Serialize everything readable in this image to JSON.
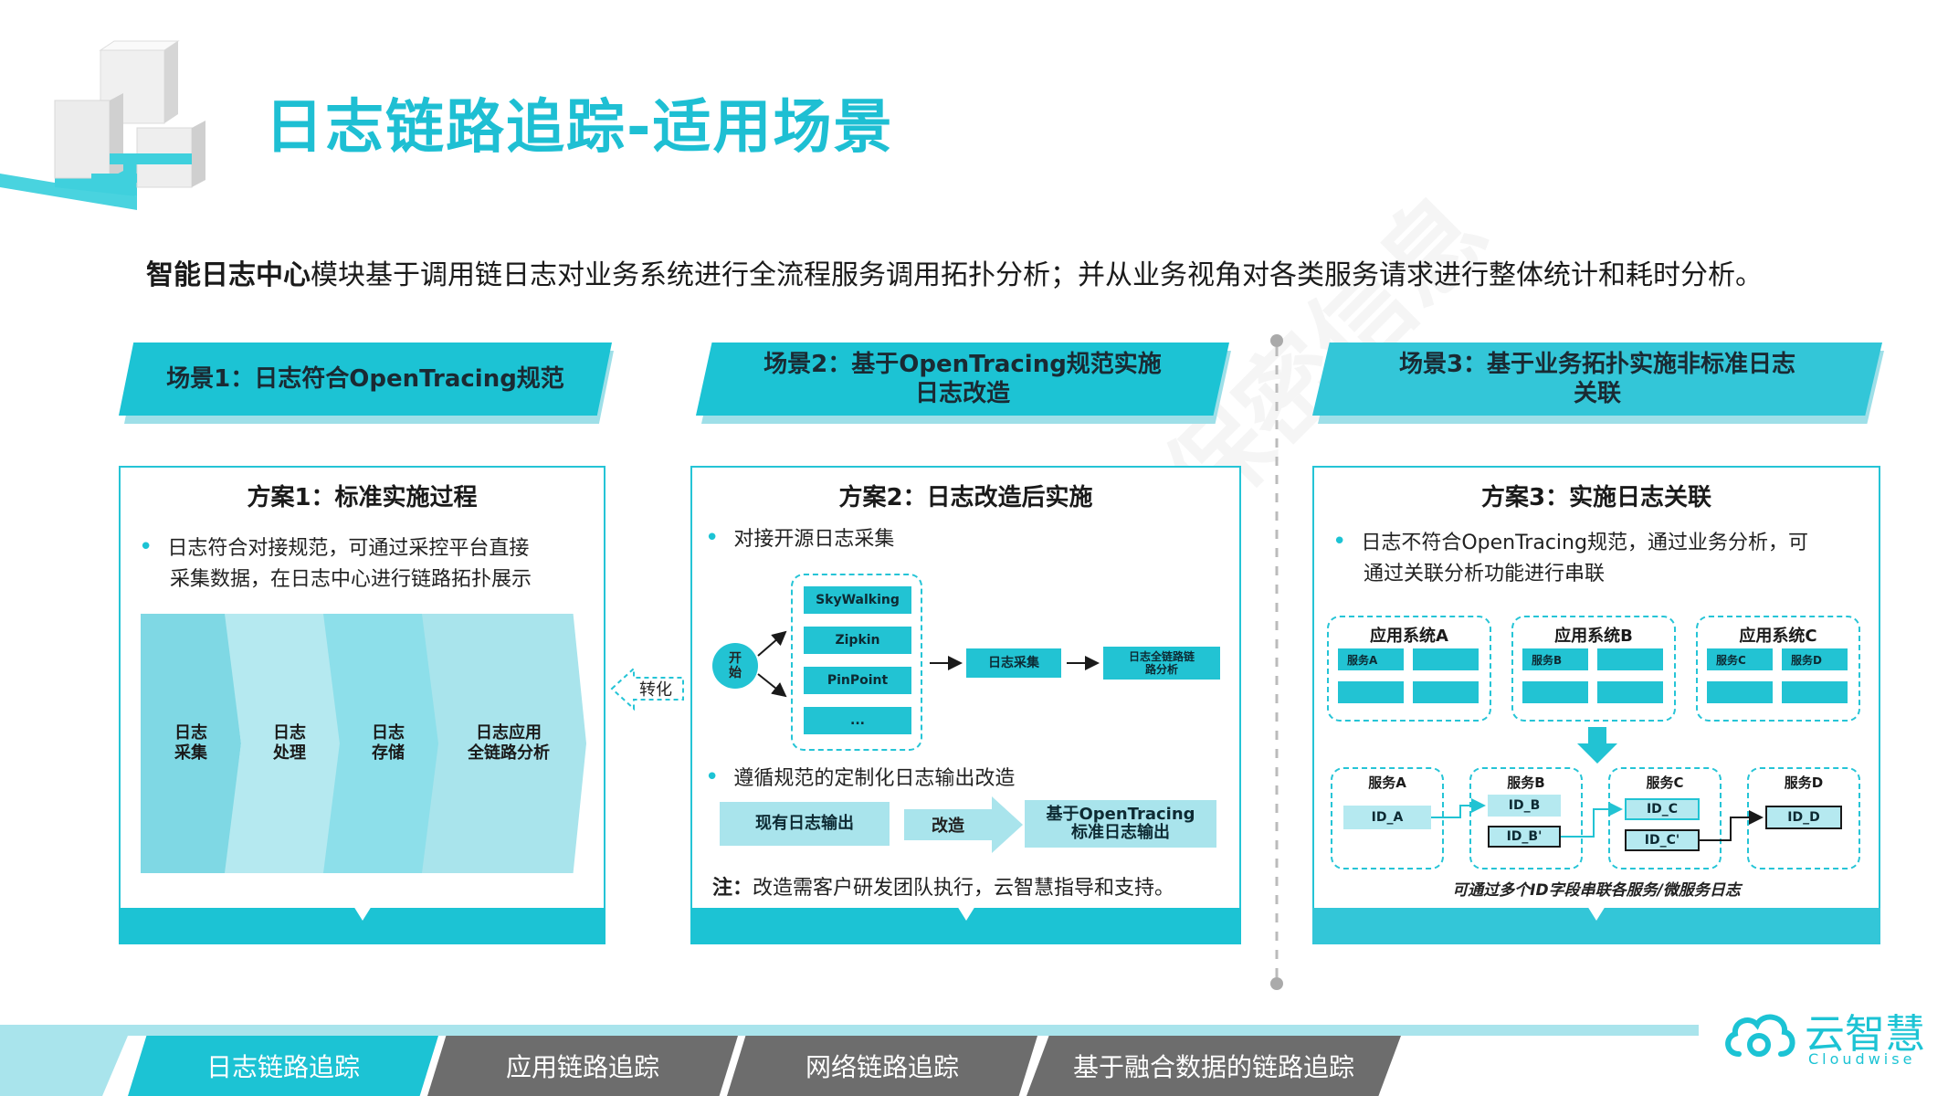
{
  "title": "日志链路追踪-适用场景",
  "intro": {
    "bold": "智能日志中心",
    "rest": "模块基于调用链日志对业务系统进行全流程服务调用拓扑分析；并从业务视角对各类服务请求进行整体统计和耗时分析。"
  },
  "scenarios": [
    {
      "line1": "场景1：日志符合OpenTracing规范",
      "line2": ""
    },
    {
      "line1": "场景2：基于OpenTracing规范实施",
      "line2": "日志改造"
    },
    {
      "line1": "场景3：基于业务拓扑实施非标准日志",
      "line2": "关联"
    }
  ],
  "panel1": {
    "title": "方案1：标准实施过程",
    "bullet_line1": "日志符合对接规范，可通过采控平台直接",
    "bullet_line2": "采集数据，在日志中心进行链路拓扑展示",
    "steps": [
      {
        "l1": "日志",
        "l2": "采集"
      },
      {
        "l1": "日志",
        "l2": "处理"
      },
      {
        "l1": "日志",
        "l2": "存储"
      },
      {
        "l1": "日志应用",
        "l2": "全链路分析"
      }
    ]
  },
  "convert_label": "转化",
  "panel2": {
    "title": "方案2：日志改造后实施",
    "bullet1": "对接开源日志采集",
    "start_l1": "开",
    "start_l2": "始",
    "sources": [
      "SkyWalking",
      "Zipkin",
      "PinPoint",
      "..."
    ],
    "collect": "日志采集",
    "analysis_l1": "日志全链路链",
    "analysis_l2": "路分析",
    "bullet2": "遵循规范的定制化日志输出改造",
    "existing": "现有日志输出",
    "transform": "改造",
    "standard_l1": "基于OpenTracing",
    "standard_l2": "标准日志输出",
    "note_bold": "注：",
    "note_rest": "改造需客户研发团队执行，云智慧指导和支持。"
  },
  "panel3": {
    "title": "方案3：实施日志关联",
    "bullet_line1": "日志不符合OpenTracing规范，通过业务分析，可",
    "bullet_line2": "通过关联分析功能进行串联",
    "systems": [
      {
        "name": "应用系统A",
        "svc": [
          "服务A"
        ]
      },
      {
        "name": "应用系统B",
        "svc": [
          "服务B"
        ]
      },
      {
        "name": "应用系统C",
        "svc": [
          "服务C",
          "服务D"
        ]
      }
    ],
    "services": [
      {
        "name": "服务A",
        "ids": [
          "ID_A"
        ]
      },
      {
        "name": "服务B",
        "ids": [
          "ID_B",
          "ID_B'"
        ]
      },
      {
        "name": "服务C",
        "ids": [
          "ID_C",
          "ID_C'"
        ]
      },
      {
        "name": "服务D",
        "ids": [
          "ID_D"
        ]
      }
    ],
    "caption": "可通过多个ID字段串联各服务/微服务日志"
  },
  "tabs": [
    "日志链路追踪",
    "应用链路追踪",
    "网络链路追踪",
    "基于融合数据的链路追踪"
  ],
  "logo": {
    "name": "云智慧",
    "sub": "Cloudwise"
  },
  "colors": {
    "accent": "#1cc3d4",
    "tab_active": "#1cc3d4",
    "tab_inactive": "#6d6d6d"
  }
}
